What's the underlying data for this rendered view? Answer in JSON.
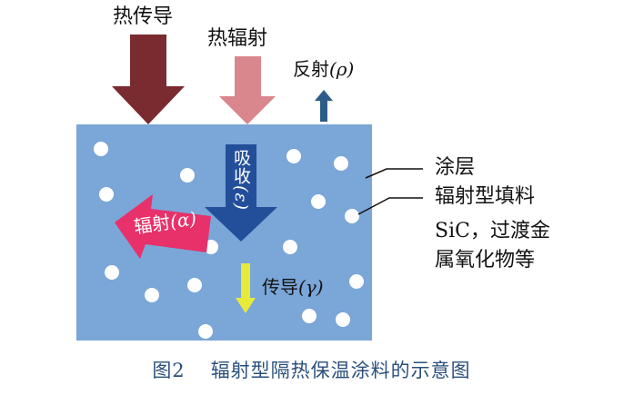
{
  "labels": {
    "heat_conduction_in": "热传导",
    "heat_radiation_in": "热辐射",
    "reflection": "反射",
    "reflection_symbol": "(ρ)",
    "absorption": "吸收",
    "absorption_symbol": "(ε)",
    "radiation_out": "辐射",
    "radiation_symbol": "(α)",
    "conduction_inner": "传导",
    "conduction_symbol": "(γ)"
  },
  "legend": {
    "coating": "涂层",
    "filler": "辐射型填料",
    "filler_examples_line1": "SiC，过渡金",
    "filler_examples_line2": "属氧化物等"
  },
  "caption": {
    "number": "图2",
    "text": "辐射型隔热保温涂料的示意图"
  },
  "colors": {
    "coating": "#7aa6d8",
    "heat_conduction_arrow": "#7a2b2f",
    "heat_radiation_arrow": "#d9868c",
    "reflection_arrow": "#2f5d8a",
    "absorption_arrow": "#234f9a",
    "radiation_arrow": "#e8306a",
    "conduction_arrow": "#e8ea3a",
    "particle": "#ffffff",
    "caption_text": "#2a4f7c"
  }
}
